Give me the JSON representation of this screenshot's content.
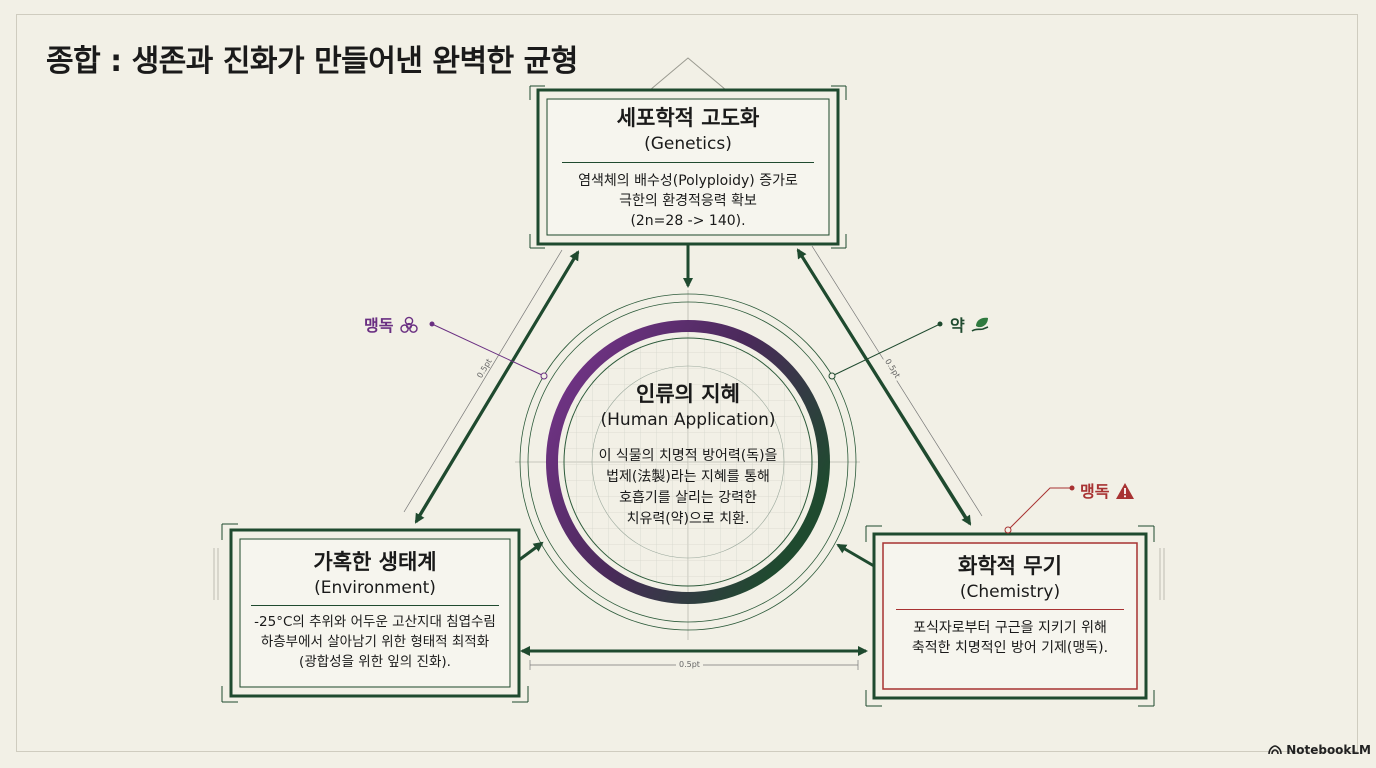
{
  "title": "종합 : 생존과 진화가 만들어낸 완벽한 균형",
  "top_box": {
    "heading": "세포학적 고도화",
    "subheading": "(Genetics)",
    "body": [
      "염색체의 배수성(Polyploidy) 증가로",
      "극한의 환경적응력 확보",
      "(2n=28 -> 140)."
    ]
  },
  "left_box": {
    "heading": "가혹한 생태계",
    "subheading": "(Environment)",
    "body": [
      "-25°C의 추위와 어두운 고산지대 침엽수림",
      "하층부에서 살아남기 위한 형태적 최적화",
      "(광합성을 위한 잎의 진화)."
    ]
  },
  "right_box": {
    "heading": "화학적 무기",
    "subheading": "(Chemistry)",
    "body": [
      "포식자로부터 구근을 지키기 위해",
      "축적한 치명적인 방어 기제(맹독)."
    ]
  },
  "center": {
    "heading": "인류의 지혜",
    "subheading": "(Human Application)",
    "body": [
      "이 식물의 치명적 방어력(독)을",
      "법제(法製)라는 지혜를 통해",
      "호흡기를 살리는 강력한",
      "치유력(약)으로 치환."
    ]
  },
  "labels": {
    "poison_left": "맹독",
    "medicine": "약",
    "poison_right": "맹독"
  },
  "dimension_label": "0.5pt",
  "brand": "NotebookLM",
  "colors": {
    "green": "#1f4a2f",
    "purple": "#6a2f82",
    "red": "#a83232",
    "paper": "#f2f0e6"
  },
  "icons": {
    "poison_left": "biohazard-icon",
    "medicine": "leaf-hand-icon",
    "poison_right": "warning-icon",
    "brand": "notebooklm-logo-icon"
  }
}
